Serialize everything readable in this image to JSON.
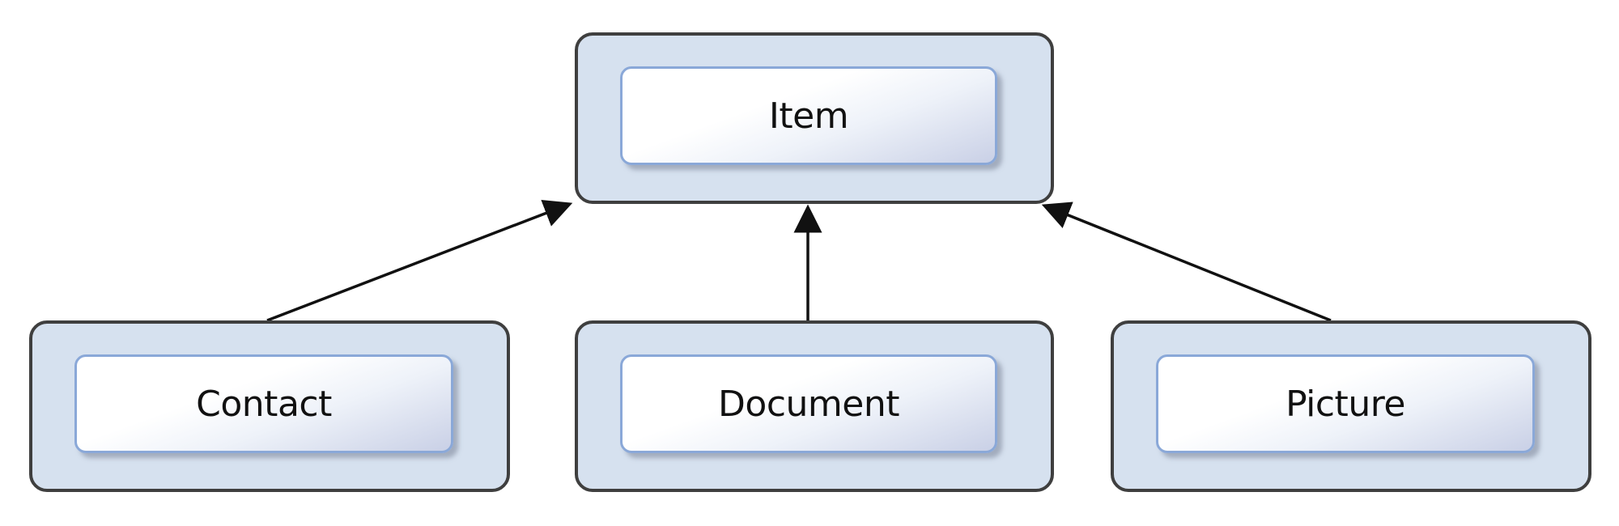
{
  "diagram": {
    "parent": {
      "label": "Item"
    },
    "children": [
      {
        "label": "Contact"
      },
      {
        "label": "Document"
      },
      {
        "label": "Picture"
      }
    ],
    "colors": {
      "outer_fill": "#d6e1ef",
      "outer_border": "#3f3f3f",
      "inner_border": "#8aa8d8",
      "arrow": "#111111"
    }
  }
}
